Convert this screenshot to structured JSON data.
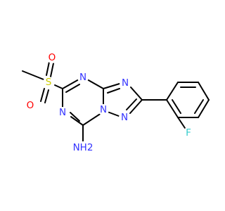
{
  "structure": {
    "colors": {
      "bond": "#000000",
      "nitrogen": "#3333ff",
      "oxygen": "#ff0000",
      "sulfur": "#cccc00",
      "fluorine": "#33cccc",
      "background": "#ffffff"
    },
    "atoms": {
      "sulfur": "S",
      "oxygen_top": "O",
      "oxygen_bottom": "O",
      "n_triazine_top": "N",
      "n_triazine_left": "N",
      "n_triazole_top": "N",
      "n_triazole_bottom": "N",
      "n_bridge": "N",
      "fluorine": "F",
      "amine": "NH2"
    }
  }
}
